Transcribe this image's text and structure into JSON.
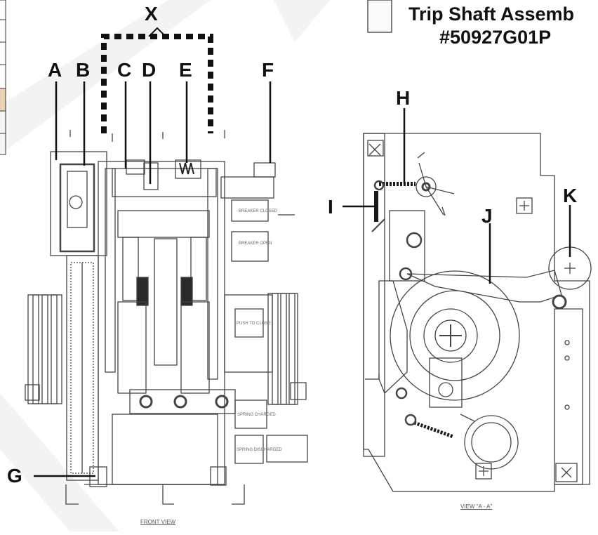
{
  "title": {
    "line1": "Trip Shaft Assemb",
    "line2": "#50927G01P"
  },
  "labels": {
    "X": "X",
    "A": "A",
    "B": "B",
    "C": "C",
    "D": "D",
    "E": "E",
    "F": "F",
    "G": "G",
    "H": "H",
    "I": "I",
    "J": "J",
    "K": "K"
  },
  "front_view_caption": "FRONT VIEW",
  "side_view_caption": "VIEW \"A - A\"",
  "panel_tags": {
    "breaker_closed": "BREAKER CLOSED",
    "breaker_open": "BREAKER OPEN",
    "push_to_close": "PUSH TO CLOSE",
    "spring_charged": "SPRING CHARGED",
    "spring_discharged": "SPRING DISCHARGED"
  },
  "colors": {
    "line": "#444444",
    "dark": "#1a1a1a",
    "watermark": "#c9c9c9",
    "highlight_cell": "#e8d2b4"
  }
}
